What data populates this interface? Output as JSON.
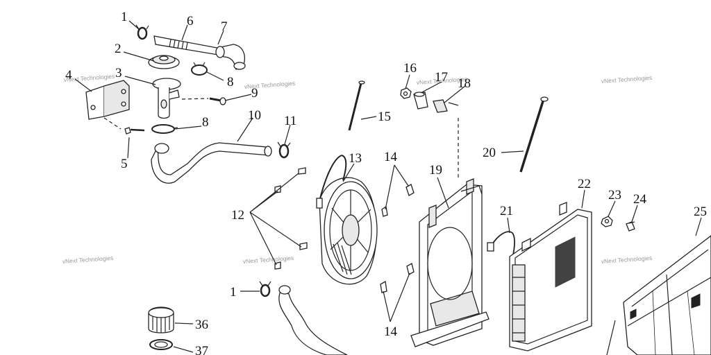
{
  "watermark": "vNext Technologies",
  "callouts": [
    {
      "id": "c1a",
      "text": "1"
    },
    {
      "id": "c1b",
      "text": "1"
    },
    {
      "id": "c2",
      "text": "2"
    },
    {
      "id": "c3",
      "text": "3"
    },
    {
      "id": "c4",
      "text": "4"
    },
    {
      "id": "c5",
      "text": "5"
    },
    {
      "id": "c6",
      "text": "6"
    },
    {
      "id": "c7",
      "text": "7"
    },
    {
      "id": "c8a",
      "text": "8"
    },
    {
      "id": "c8b",
      "text": "8"
    },
    {
      "id": "c9",
      "text": "9"
    },
    {
      "id": "c10",
      "text": "10"
    },
    {
      "id": "c11",
      "text": "11"
    },
    {
      "id": "c12",
      "text": "12"
    },
    {
      "id": "c13",
      "text": "13"
    },
    {
      "id": "c14a",
      "text": "14"
    },
    {
      "id": "c14b",
      "text": "14"
    },
    {
      "id": "c15",
      "text": "15"
    },
    {
      "id": "c16",
      "text": "16"
    },
    {
      "id": "c17",
      "text": "17"
    },
    {
      "id": "c18",
      "text": "18"
    },
    {
      "id": "c19",
      "text": "19"
    },
    {
      "id": "c20",
      "text": "20"
    },
    {
      "id": "c21",
      "text": "21"
    },
    {
      "id": "c22",
      "text": "22"
    },
    {
      "id": "c23",
      "text": "23"
    },
    {
      "id": "c24",
      "text": "24"
    },
    {
      "id": "c25",
      "text": "25"
    },
    {
      "id": "c36",
      "text": "36"
    },
    {
      "id": "c37",
      "text": "37"
    }
  ]
}
